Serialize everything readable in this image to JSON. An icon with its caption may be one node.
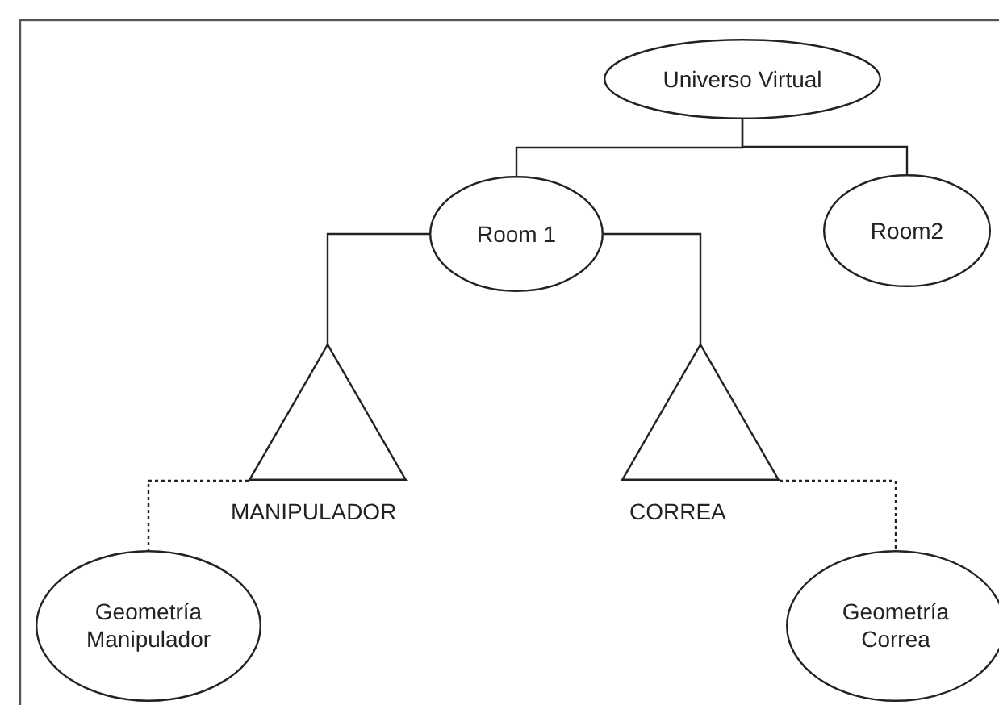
{
  "diagram": {
    "nodes": [
      {
        "text": [
          "Universo Virtual"
        ]
      },
      {
        "text": [
          "Room 1"
        ]
      },
      {
        "text": [
          "Room2"
        ]
      },
      {
        "text": [],
        "shape": "triangle",
        "beside": [
          "MANIPULADOR"
        ]
      },
      {
        "text": [],
        "shape": "triangle",
        "beside": [
          "CORREA"
        ]
      },
      {
        "text": [
          "Geometría Manipulador"
        ]
      },
      {
        "text": [
          "Geometría Correa"
        ]
      }
    ],
    "edges": [
      {
        "from": 0,
        "to": 1,
        "arrow": "none"
      },
      {
        "from": 0,
        "to": 2,
        "arrow": "none"
      },
      {
        "from": 1,
        "to": 3,
        "arrow": "none"
      },
      {
        "from": 1,
        "to": 4,
        "arrow": "none"
      },
      {
        "from": 3,
        "to": 5,
        "arrow": "none",
        "style": "dashed"
      },
      {
        "from": 4,
        "to": 6,
        "arrow": "none",
        "style": "dashed"
      }
    ]
  }
}
